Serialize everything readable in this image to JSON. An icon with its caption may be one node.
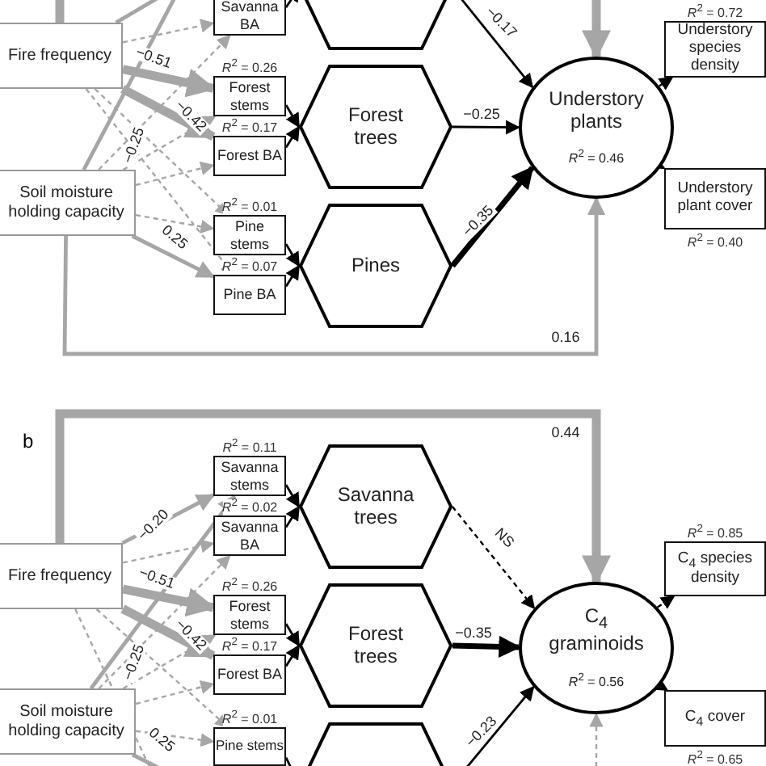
{
  "diagram": {
    "nodes": [
      {
        "text": [
          "Fire frequency"
        ]
      },
      {
        "text": [
          "Soil moisture holding capacity"
        ]
      },
      {
        "text": [
          "Savanna BA"
        ]
      },
      {
        "text": [
          "Forest stems"
        ],
        "beside": [
          "*R*$^{2}$ = 0.26"
        ]
      },
      {
        "text": [
          "Forest BA"
        ],
        "beside": [
          "*R*$^{2}$ = 0.17"
        ]
      },
      {
        "text": [
          "Pine stems"
        ],
        "beside": [
          "*R*$^{2}$ = 0.01"
        ]
      },
      {
        "text": [
          "Pine BA"
        ],
        "beside": [
          "*R*$^{2}$ = 0.07"
        ]
      },
      {
        "text": [],
        "shape": "hexagon"
      },
      {
        "text": [
          "Forest trees"
        ]
      },
      {
        "text": [
          "Pines"
        ]
      },
      {
        "text": [
          "Understory plants",
          "*R*$^{2}$ = 0.46"
        ]
      },
      {
        "text": [
          "Understory species density"
        ],
        "beside": [
          "*R*$^{2}$ = 0.72"
        ]
      },
      {
        "text": [
          "Understory plant cover"
        ],
        "beside": [
          "*R*$^{2}$ = 0.40"
        ]
      },
      {
        "text": [
          "Fire frequency"
        ]
      },
      {
        "text": [
          "Soil moisture holding capacity"
        ]
      },
      {
        "text": [
          "Savanna stems"
        ],
        "beside": [
          "*R*$^{2}$ = 0.11"
        ]
      },
      {
        "text": [
          "Savanna BA"
        ],
        "beside": [
          "*R*$^{2}$ = 0.02"
        ]
      },
      {
        "text": [
          "Forest stems"
        ],
        "beside": [
          "*R*$^{2}$ = 0.26"
        ]
      },
      {
        "text": [
          "Forest BA"
        ],
        "beside": [
          "*R*$^{2}$ = 0.17"
        ]
      },
      {
        "text": [
          "Pine stems"
        ],
        "beside": [
          "*R*$^{2}$ = 0.01"
        ]
      },
      {
        "text": [
          "Savanna trees"
        ]
      },
      {
        "text": [
          "Forest trees"
        ]
      },
      {
        "text": [],
        "shape": "hexagon"
      },
      {
        "text": [
          "C$_{4}$ graminoids",
          "*R*$^{2}$ = 0.56"
        ]
      },
      {
        "text": [
          "C$_{4}$ species density"
        ],
        "beside": [
          "*R*$^{2}$ = 0.85"
        ]
      },
      {
        "text": [
          "C$_{4}$ cover"
        ],
        "beside": [
          "*R*$^{2}$ = 0.65"
        ]
      }
    ],
    "edges": [
      {
        "from": 0,
        "to": null,
        "arrow": "none",
        "style": "thick"
      },
      {
        "from": null,
        "to": 10,
        "arrow": "to",
        "style": "thick"
      },
      {
        "from": 0,
        "to": null,
        "arrow": "none"
      },
      {
        "from": 0,
        "to": 3,
        "arrow": "to",
        "style": "thick",
        "label": "−0.51"
      },
      {
        "from": 0,
        "to": 4,
        "arrow": "to",
        "style": "thick",
        "label": "−0.42"
      },
      {
        "from": 0,
        "to": 2,
        "arrow": "to",
        "style": "dashed"
      },
      {
        "from": 0,
        "to": 5,
        "arrow": "to",
        "style": "dashed"
      },
      {
        "from": 0,
        "to": 6,
        "arrow": "to",
        "style": "dashed"
      },
      {
        "from": 1,
        "to": null,
        "arrow": "none",
        "label": "−0.25"
      },
      {
        "from": 1,
        "to": 2,
        "arrow": "to",
        "style": "dashed"
      },
      {
        "from": 1,
        "to": 3,
        "arrow": "to",
        "style": "dashed"
      },
      {
        "from": 1,
        "to": 4,
        "arrow": "to",
        "style": "dashed"
      },
      {
        "from": 1,
        "to": 5,
        "arrow": "to",
        "style": "dashed"
      },
      {
        "from": 1,
        "to": 6,
        "arrow": "to",
        "label": "0.25"
      },
      {
        "from": 2,
        "to": 7,
        "arrow": "to",
        "color": "#000000"
      },
      {
        "from": 3,
        "to": 8,
        "arrow": "to",
        "color": "#000000"
      },
      {
        "from": 4,
        "to": 8,
        "arrow": "to",
        "color": "#000000"
      },
      {
        "from": 5,
        "to": 9,
        "arrow": "to",
        "color": "#000000"
      },
      {
        "from": 6,
        "to": 9,
        "arrow": "to",
        "color": "#000000"
      },
      {
        "from": 7,
        "to": 10,
        "arrow": "to",
        "color": "#000000",
        "label": "−0.17"
      },
      {
        "from": 8,
        "to": 10,
        "arrow": "to",
        "color": "#000000",
        "label": "−0.25"
      },
      {
        "from": 9,
        "to": 10,
        "arrow": "to",
        "color": "#000000",
        "style": "thick",
        "label": "−0.35"
      },
      {
        "from": 1,
        "to": 10,
        "arrow": "to",
        "label": "0.16"
      },
      {
        "from": 10,
        "to": 11,
        "arrow": "to",
        "color": "#000000",
        "style": "dashed"
      },
      {
        "from": 10,
        "to": 12,
        "arrow": "to",
        "color": "#000000",
        "style": "dashed"
      },
      {
        "from": 13,
        "to": 23,
        "arrow": "to",
        "style": "thick",
        "label": "0.44"
      },
      {
        "from": 13,
        "to": 15,
        "arrow": "to",
        "label": "−0.20"
      },
      {
        "from": 13,
        "to": 17,
        "arrow": "to",
        "style": "thick",
        "label": "−0.51"
      },
      {
        "from": 13,
        "to": 18,
        "arrow": "to",
        "style": "thick",
        "label": "−0.42"
      },
      {
        "from": 13,
        "to": 16,
        "arrow": "to",
        "style": "dashed"
      },
      {
        "from": 13,
        "to": 19,
        "arrow": "to",
        "style": "dashed"
      },
      {
        "from": 13,
        "to": null,
        "arrow": "none",
        "style": "dashed"
      },
      {
        "from": 14,
        "to": 15,
        "arrow": "to",
        "label": "−0.25"
      },
      {
        "from": 14,
        "to": null,
        "arrow": "none",
        "label": "0.25"
      },
      {
        "from": 14,
        "to": 16,
        "arrow": "to",
        "style": "dashed"
      },
      {
        "from": 14,
        "to": 17,
        "arrow": "to",
        "style": "dashed"
      },
      {
        "from": 14,
        "to": 18,
        "arrow": "to",
        "style": "dashed"
      },
      {
        "from": 14,
        "to": 19,
        "arrow": "to",
        "style": "dashed"
      },
      {
        "from": 15,
        "to": 20,
        "arrow": "to",
        "color": "#000000"
      },
      {
        "from": 16,
        "to": 20,
        "arrow": "to",
        "color": "#000000"
      },
      {
        "from": 17,
        "to": 21,
        "arrow": "to",
        "color": "#000000"
      },
      {
        "from": 18,
        "to": 21,
        "arrow": "to",
        "color": "#000000"
      },
      {
        "from": 19,
        "to": 22,
        "arrow": "to",
        "color": "#000000"
      },
      {
        "from": 20,
        "to": 23,
        "arrow": "to",
        "color": "#000000",
        "style": "dashed",
        "label": "NS"
      },
      {
        "from": 21,
        "to": 23,
        "arrow": "to",
        "color": "#000000",
        "style": "thick",
        "label": "−0.35"
      },
      {
        "from": 22,
        "to": 23,
        "arrow": "to",
        "color": "#000000",
        "label": "−0.23"
      },
      {
        "from": null,
        "to": 23,
        "arrow": "to",
        "style": "dashed"
      },
      {
        "from": 23,
        "to": 24,
        "arrow": "to",
        "color": "#000000",
        "style": "dashed"
      },
      {
        "from": 23,
        "to": 25,
        "arrow": "to",
        "color": "#000000",
        "style": "dashed"
      }
    ],
    "labels": [
      "b"
    ]
  }
}
